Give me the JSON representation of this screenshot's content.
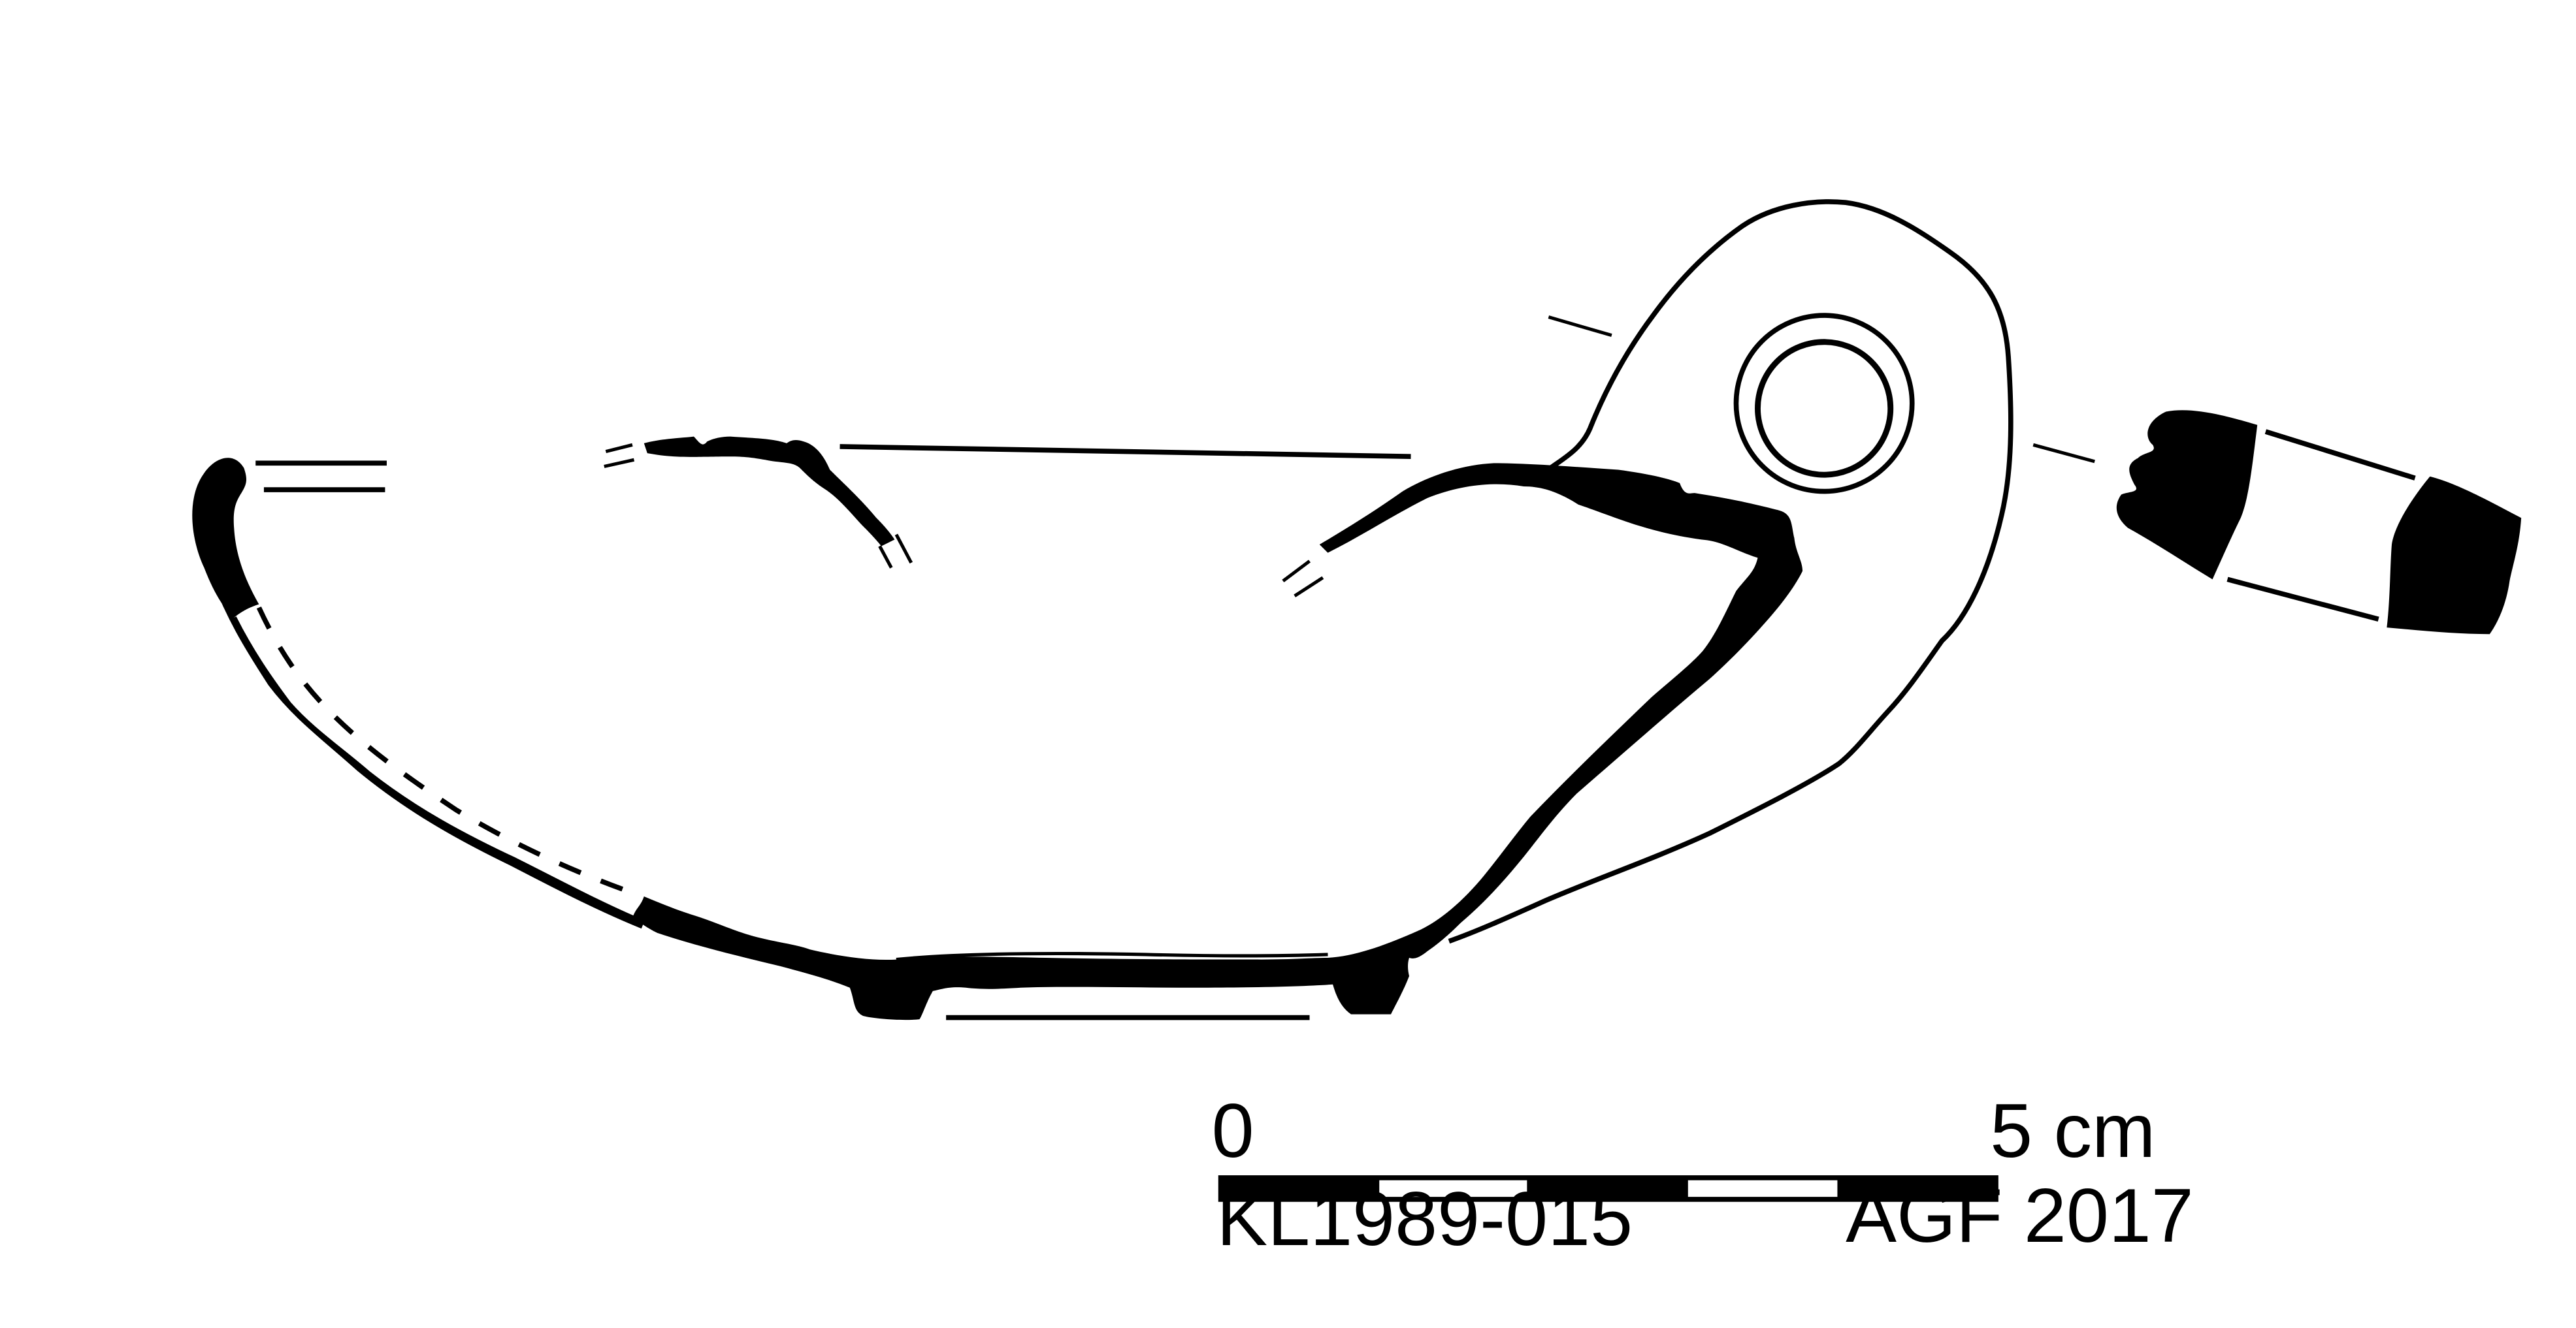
{
  "scale_bar": {
    "start_label": "0",
    "end_label": "5 cm",
    "segments": 5
  },
  "catalog_number": "KL1989-015",
  "credit": "AGF 2017",
  "colors": {
    "ink": "#000000",
    "paper": "#ffffff"
  }
}
